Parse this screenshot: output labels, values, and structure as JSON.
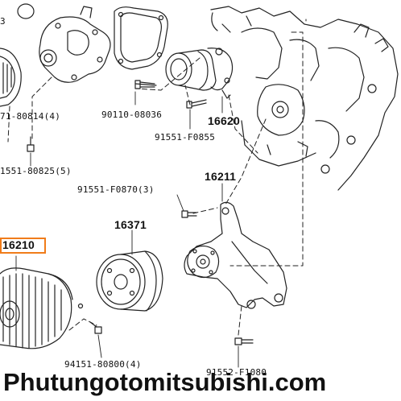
{
  "diagram": {
    "labels": {
      "top_left_fragment": "3",
      "p_71_80814": "71-80814(4)",
      "p_90110_08036": "90110-08036",
      "p_16620": "16620",
      "p_91551_f0855": "91551-F0855",
      "p_1551_80825": "1551-80825(5)",
      "p_16211": "16211",
      "p_91551_f0870": "91551-F0870(3)",
      "p_16371": "16371",
      "p_16210": "16210",
      "p_94151_80800": "94151-80800(4)",
      "p_91552_f1080": "91552-F1080"
    },
    "highlight_color": "#f07c1a",
    "line_color": "#222222"
  },
  "watermark": {
    "text": "Phutungotomitsubishi.com"
  }
}
